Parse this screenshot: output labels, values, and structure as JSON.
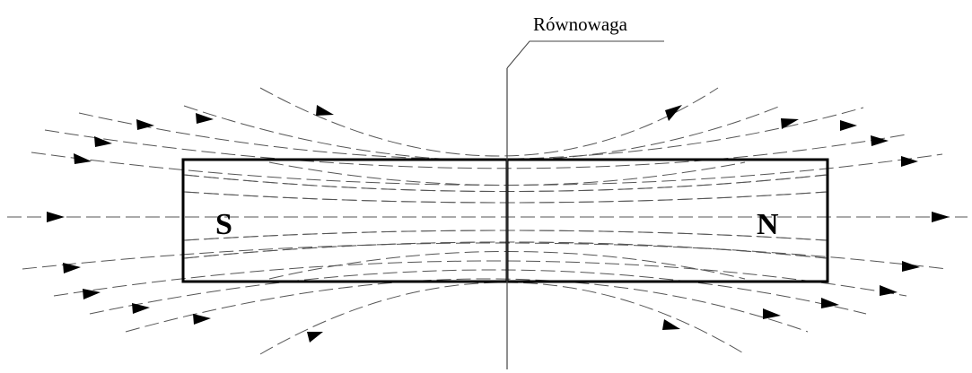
{
  "labels": {
    "equilibrium": "Równowaga",
    "south_pole": "S",
    "north_pole": "N"
  },
  "colors": {
    "magnet_outline": "#000000",
    "field_lines": "#555555",
    "arrows": "#000000"
  },
  "field_line_style": "dashed, arrows pointing from S side toward N side (left to right)"
}
